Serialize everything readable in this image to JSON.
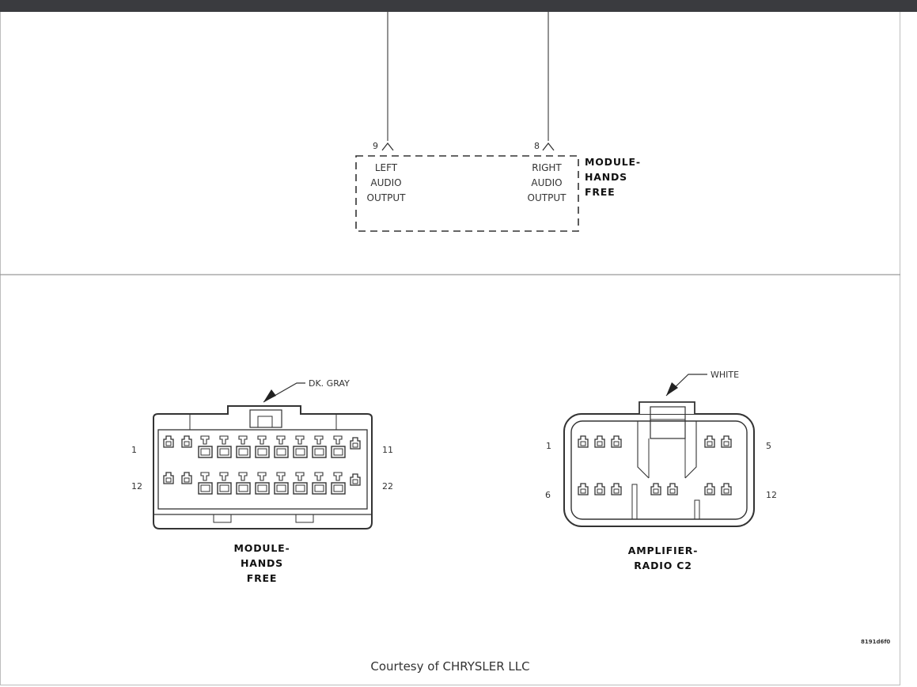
{
  "caption": "Courtesy of CHRYSLER LLC",
  "figure_id": "8191d6f0",
  "top_module": {
    "pin_left": "9",
    "pin_right": "8",
    "left_label": [
      "LEFT",
      "AUDIO",
      "OUTPUT"
    ],
    "right_label": [
      "RIGHT",
      "AUDIO",
      "OUTPUT"
    ],
    "name": [
      "MODULE-",
      "HANDS",
      "FREE"
    ]
  },
  "connector_hands_free": {
    "color_callout": "DK. GRAY",
    "pin_labels": {
      "top_left": "1",
      "top_right": "11",
      "bottom_left": "12",
      "bottom_right": "22"
    },
    "name": [
      "MODULE-",
      "HANDS",
      "FREE"
    ]
  },
  "connector_amplifier": {
    "color_callout": "WHITE",
    "pin_labels": {
      "top_left": "1",
      "top_right": "5",
      "bottom_left": "6",
      "bottom_right": "12"
    },
    "name": [
      "AMPLIFIER-",
      "RADIO C2"
    ]
  }
}
